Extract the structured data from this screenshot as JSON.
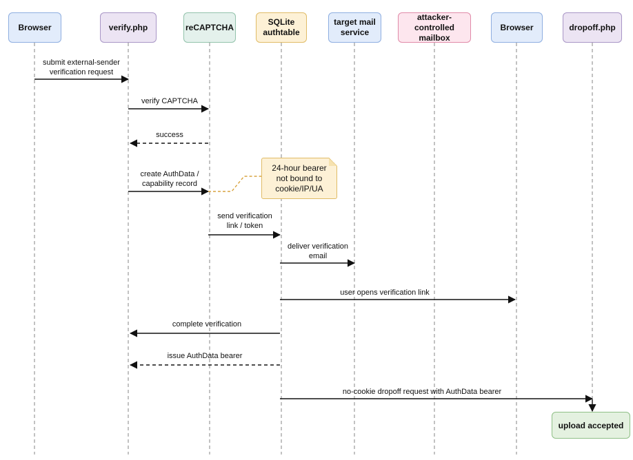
{
  "participants": [
    {
      "id": "browser",
      "label": "Browser",
      "color": "#e2ecfb"
    },
    {
      "id": "verify",
      "label": "verify.php",
      "color": "#ece4f3"
    },
    {
      "id": "recaptcha",
      "label": "reCAPTCHA",
      "color": "#e4f1ec"
    },
    {
      "id": "sqlite",
      "label": "SQLite\nauthtable",
      "color": "#fdf1d6"
    },
    {
      "id": "target",
      "label": "target mail\nservice",
      "color": "#e2ecfb"
    },
    {
      "id": "attacker",
      "label": "attacker-controlled\nmailbox",
      "color": "#fde6ee"
    },
    {
      "id": "browser2",
      "label": "Browser",
      "color": "#e2ecfb"
    },
    {
      "id": "dropoff",
      "label": "dropoff.php",
      "color": "#ece4f3"
    }
  ],
  "messages": [
    {
      "label": "submit external-sender\nverification request",
      "style": "solid"
    },
    {
      "label": "verify CAPTCHA",
      "style": "solid"
    },
    {
      "label": "success",
      "style": "dashed"
    },
    {
      "label": "create AuthData /\ncapability record",
      "style": "solid"
    },
    {
      "label": "send verification\nlink / token",
      "style": "solid"
    },
    {
      "label": "deliver verification\nemail",
      "style": "solid"
    },
    {
      "label": "user opens verification link",
      "style": "solid"
    },
    {
      "label": "complete verification",
      "style": "solid"
    },
    {
      "label": "issue AuthData bearer",
      "style": "dashed"
    },
    {
      "label": "no-cookie dropoff request with AuthData bearer",
      "style": "solid"
    }
  ],
  "note": {
    "text": "24-hour bearer\nnot bound to\ncookie/IP/UA"
  },
  "result": {
    "label": "upload accepted"
  },
  "colors": {
    "lifeline": "#9a9a9a",
    "arrow": "#111111",
    "note_connector": "#d9a440"
  }
}
